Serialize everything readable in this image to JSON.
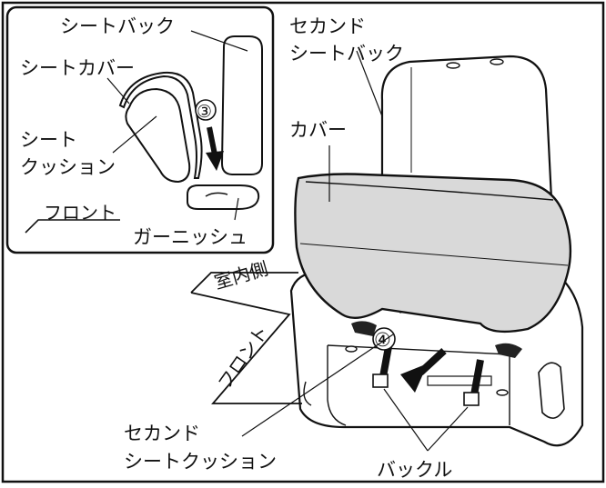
{
  "labels": {
    "seat_back": "シートバック",
    "seat_cover": "シートカバー",
    "seat_cushion_l1": "シート",
    "seat_cushion_l2": "クッション",
    "front_inset": "フロント",
    "garnish": "ガーニッシュ",
    "step3": "③",
    "second_back_l1": "セカンド",
    "second_back_l2": "シートバック",
    "cover": "カバー",
    "interior_side": "室内側",
    "front_main": "フロント",
    "step4": "④",
    "second_cushion_l1": "セカンド",
    "second_cushion_l2": "シートクッション",
    "buckle": "バックル"
  },
  "colors": {
    "line": "#111111",
    "cover_fill": "#d9d9d9",
    "seat_fill": "#ffffff",
    "arrow": "#111111"
  }
}
